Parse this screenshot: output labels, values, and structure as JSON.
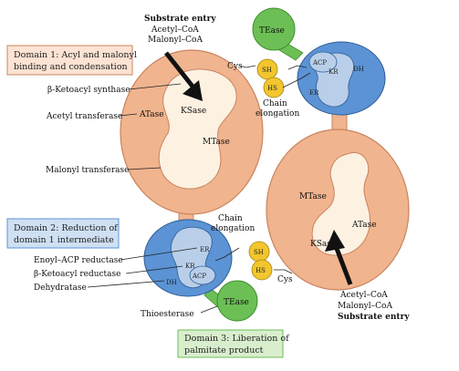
{
  "labels": {
    "substrate_entry_top": [
      "Substrate entry",
      "Acetyl–CoA",
      "Malonyl–CoA"
    ],
    "substrate_entry_bottom": [
      "Acetyl–CoA",
      "Malonyl–CoA",
      "Substrate entry"
    ],
    "domain1": [
      "Domain 1: Acyl and malonyl",
      "binding and condensation"
    ],
    "domain2": [
      "Domain 2: Reduction of",
      "domain 1 intermediate"
    ],
    "domain3": [
      "Domain 3: Liberation of",
      "palmitate product"
    ],
    "beta_ketoacyl_synthase": "β-Ketoacyl synthase",
    "acetyl_transferase": "Acetyl transferase",
    "malonyl_transferase": "Malonyl transferase",
    "enoyl_acp_reductase": "Enoyl–ACP reductase",
    "beta_ketoacyl_reductase": "β-Ketoacyl reductase",
    "dehydratase": "Dehydratase",
    "thioesterase": "Thioesterase",
    "chain_elongation_top": [
      "Chain",
      "elongation"
    ],
    "chain_elongation_mid": [
      "Chain",
      "elongation"
    ]
  },
  "domains": {
    "kSase": "KSase",
    "aTase": "ATase",
    "mTase": "MTase",
    "tEase": "TEase",
    "acp": "ACP",
    "kr": "KR",
    "er": "ER",
    "dh": "DH",
    "sh": "SH",
    "hs": "HS",
    "cys": "Cys"
  },
  "colors": {
    "salmon": "#f0b48e",
    "salmon_stroke": "#c9845f",
    "cream": "#fdf1e2",
    "blue": "#5b93d4",
    "blue_light": "#b9cfe9",
    "green": "#6cbf55",
    "yellow": "#f2c62c",
    "box1": "#fce3d3",
    "box2": "#cfe0f3",
    "box3": "#d9eecd"
  }
}
